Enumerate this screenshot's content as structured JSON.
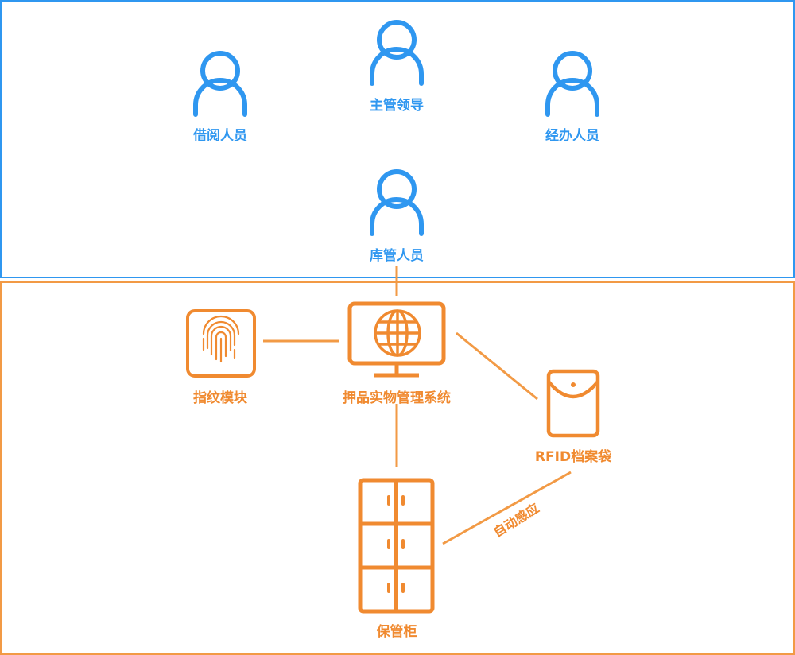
{
  "personnel": {
    "borrower": "借阅人员",
    "supervisor": "主管领导",
    "handler": "经办人员",
    "warehouse_keeper": "库管人员"
  },
  "devices": {
    "fingerprint": "指纹模块",
    "system": "押品实物管理系统",
    "rfid_bag": "RFID档案袋",
    "cabinet": "保管柜"
  },
  "links": {
    "auto_sense": "自动感应"
  },
  "colors": {
    "blue": "#2f97f0",
    "orange": "#f08a30"
  }
}
